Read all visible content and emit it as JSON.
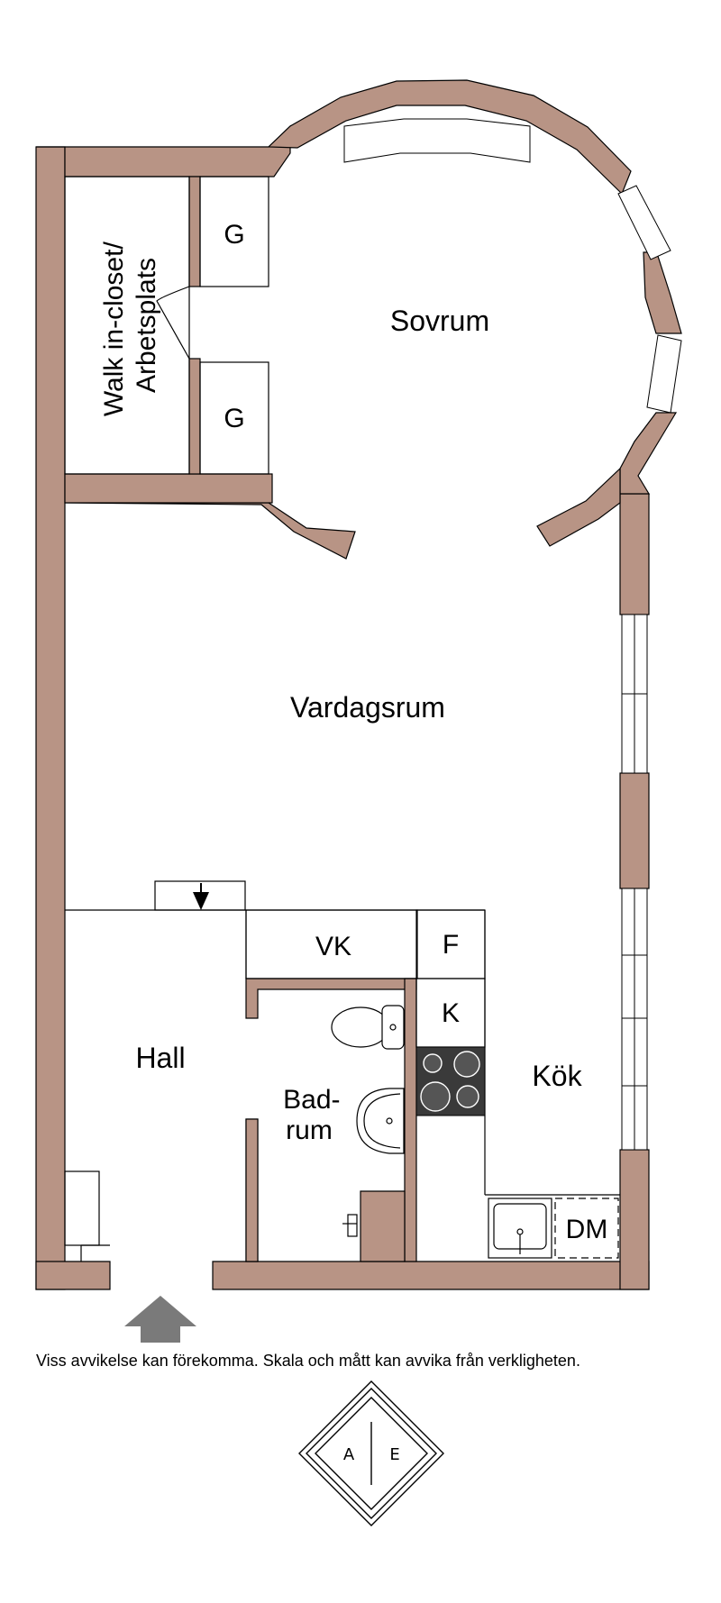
{
  "rooms": {
    "walk_in_closet": {
      "line1": "Walk in-closet/",
      "line2": "Arbetsplats"
    },
    "wardrobe_top": "G",
    "wardrobe_bottom": "G",
    "bedroom": "Sovrum",
    "living_room": "Vardagsrum",
    "laundry": "VK",
    "fridge": "F",
    "freezer": "K",
    "hall": "Hall",
    "bathroom": {
      "line1": "Bad-",
      "line2": "rum"
    },
    "kitchen": "Kök",
    "dishwasher": "DM"
  },
  "disclaimer": "Viss avvikelse kan förekomma. Skala och mått kan avvika från verkligheten.",
  "logo": {
    "left_letter": "A",
    "right_letter": "E"
  },
  "colors": {
    "wall": "#b89485",
    "stove": "#3a3a3a",
    "arrow": "#7a7a7a"
  }
}
